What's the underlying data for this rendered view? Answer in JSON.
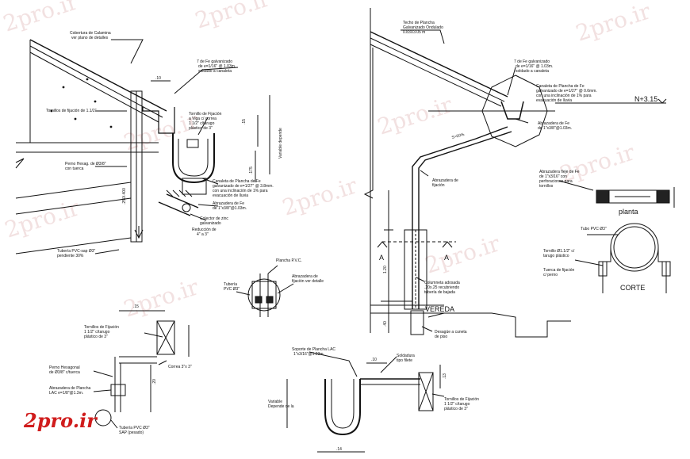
{
  "watermarks": [
    "2pro.ir",
    "2pro.ir",
    "2pro.ir",
    "2pro.ir",
    "2pro.ir",
    "2pro.ir",
    "2pro.ir",
    "2pro.ir",
    "2pro.ir",
    "2pro.ir"
  ],
  "logo": "2pro.ir",
  "left_detail": {
    "roof_cover": "Cobertura de Calamina",
    "roof_cover_2": "ver plano de detalles",
    "hook": "7 de Fe galvanizado",
    "hook_2": "de e=1/16\" @ 1.03m.",
    "hook_3": "soldado a canaleta",
    "dim_10": ".10",
    "screw_left": "Tornillos de fijación de 1.1/2\"",
    "screw_fix": "Tornillo de Fijación",
    "screw_fix_2": "a Viga c/ correa",
    "screw_fix_3": "1 1/2\" c/tarugo",
    "screw_fix_4": "plástico de 3\"",
    "dim_15": ".15",
    "dim_variable": "Variable depende",
    "dim_175": ".175",
    "bolt": "Perno Hexag. de Ø3/8\"",
    "bolt_2": "con tuerca",
    "gutter": "Canaleta de Plancha de Fe",
    "gutter_2": "galvanizado de e=1/27\" @ 3.8mm.",
    "gutter_3": "con una inclinación de 1% para",
    "gutter_4": "evacuación de lluvia",
    "bracket": "Abrazadera de Fe",
    "bracket_2": "de 1\"x3/8\"@1.03m.",
    "collector": "Colector de zinc",
    "collector_2": "galvanizado",
    "reduction": "Reducción de",
    "reduction_2": "4\" a 3\"",
    "pipe": "Tubería PVC-sap Ø3\"",
    "pipe_2": "pendiente 30%",
    "dim_250": ".250/.400"
  },
  "right_detail": {
    "roof": "Techo de Plancha",
    "roof_2": "Galvanizado Ondulado",
    "roof_3": "0.83X3.05 m",
    "hook": "7 de Fe galvanizado",
    "hook_2": "de e=1/16\" @ 1.03m.",
    "hook_3": "soldado a canaleta",
    "gutter": "Canaleta de Plancha de Fe",
    "gutter_2": "galvanizado de e=1/27\" @ 0.6mm.",
    "gutter_3": "con una inclinación de 1% para",
    "gutter_4": "evacuación de lluvia",
    "level": "N+3.15",
    "bracket": "Abrazadera de Fe",
    "bracket_2": "de 1\"x3/8\"@1.03m.",
    "slope": "S=50%",
    "pipe_bracket": "Abrazadera de",
    "pipe_bracket_2": "fijación",
    "section_a": "A",
    "dim_120": "1.20",
    "dim_40": ".40",
    "column": "Columneta adosada",
    "column_2": ".20x.25 recubriendo",
    "column_3": "tubería de bajada",
    "sidewalk": "VEREDA",
    "drain": "Desagüe a cuneta",
    "drain_2": "de piso",
    "strap_label": "Abrazadera fleje de Fe",
    "strap_label_2": "de 1\"x3/16\" con",
    "strap_label_3": "perforaciones para",
    "strap_label_4": "tornillos",
    "plan": "planta",
    "section": "CORTE",
    "pipe_label": "Tubo PVC Ø3\"",
    "screw": "Tornillo Ø1.1/2\" c/",
    "screw_2": "tarugo plástico",
    "nut": "Tuerca de fijación",
    "nut_2": "c/ perno"
  },
  "small_detail": {
    "plate": "Plancha P.V.C.",
    "clamp": "Abrazadera de",
    "clamp_2": "fijación ver detalle",
    "tube": "Tubería",
    "tube_2": "PVC Ø3\""
  },
  "bottom_left": {
    "dim_15": ".15",
    "screw": "Tornillos de Fijación",
    "screw_2": "1 1/2\" c/tarugo",
    "screw_3": "plástico de 3\"",
    "bolt": "Perno Hexagonal",
    "bolt_2": "de Ø3/8\" c/tuerca",
    "strap": "Correa 3\"x 3\"",
    "clamp": "Abrazadera de Plancha",
    "clamp_2": "LAC e=1/8\"@1.3m.",
    "pipe": "Tubería PVC Ø3\"",
    "pipe_2": "SAP (pesado)",
    "dim_20": ".20"
  },
  "bottom_center": {
    "support": "Soporte de Plancha LAC",
    "support_2": "1\"x3/16\"@1.03m.",
    "weld": "Soldadura",
    "weld_2": "tipo filete",
    "dim_10": ".10",
    "dim_13": ".13",
    "var": "Variable",
    "var_2": "Depende de la",
    "screw": "Tornillos de Fijación",
    "screw_2": "1 1/2\" c/tarugo",
    "screw_3": "plástico de 3\"",
    "dim_14": ".14"
  }
}
